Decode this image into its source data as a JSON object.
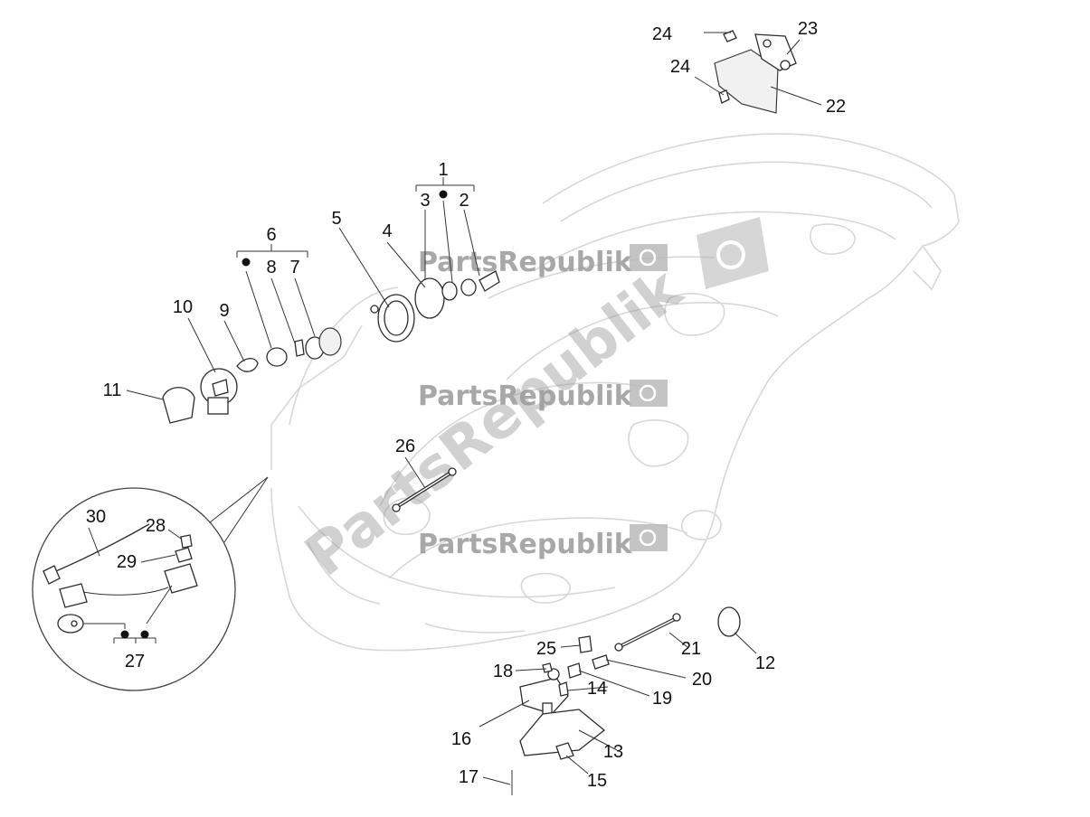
{
  "watermark": {
    "brand": "PartsRepublik"
  },
  "callouts": [
    {
      "id": "1",
      "label": "1"
    },
    {
      "id": "2",
      "label": "2"
    },
    {
      "id": "3",
      "label": "3"
    },
    {
      "id": "4",
      "label": "4"
    },
    {
      "id": "5",
      "label": "5"
    },
    {
      "id": "6",
      "label": "6"
    },
    {
      "id": "7",
      "label": "7"
    },
    {
      "id": "8",
      "label": "8"
    },
    {
      "id": "9",
      "label": "9"
    },
    {
      "id": "10",
      "label": "10"
    },
    {
      "id": "11",
      "label": "11"
    },
    {
      "id": "12",
      "label": "12"
    },
    {
      "id": "13",
      "label": "13"
    },
    {
      "id": "14",
      "label": "14"
    },
    {
      "id": "15",
      "label": "15"
    },
    {
      "id": "16",
      "label": "16"
    },
    {
      "id": "17",
      "label": "17"
    },
    {
      "id": "18",
      "label": "18"
    },
    {
      "id": "19",
      "label": "19"
    },
    {
      "id": "20",
      "label": "20"
    },
    {
      "id": "21",
      "label": "21"
    },
    {
      "id": "22",
      "label": "22"
    },
    {
      "id": "23",
      "label": "23"
    },
    {
      "id": "24a",
      "label": "24"
    },
    {
      "id": "24b",
      "label": "24"
    },
    {
      "id": "25",
      "label": "25"
    },
    {
      "id": "26",
      "label": "26"
    },
    {
      "id": "27",
      "label": "27"
    },
    {
      "id": "28",
      "label": "28"
    },
    {
      "id": "29",
      "label": "29"
    },
    {
      "id": "30",
      "label": "30"
    }
  ]
}
